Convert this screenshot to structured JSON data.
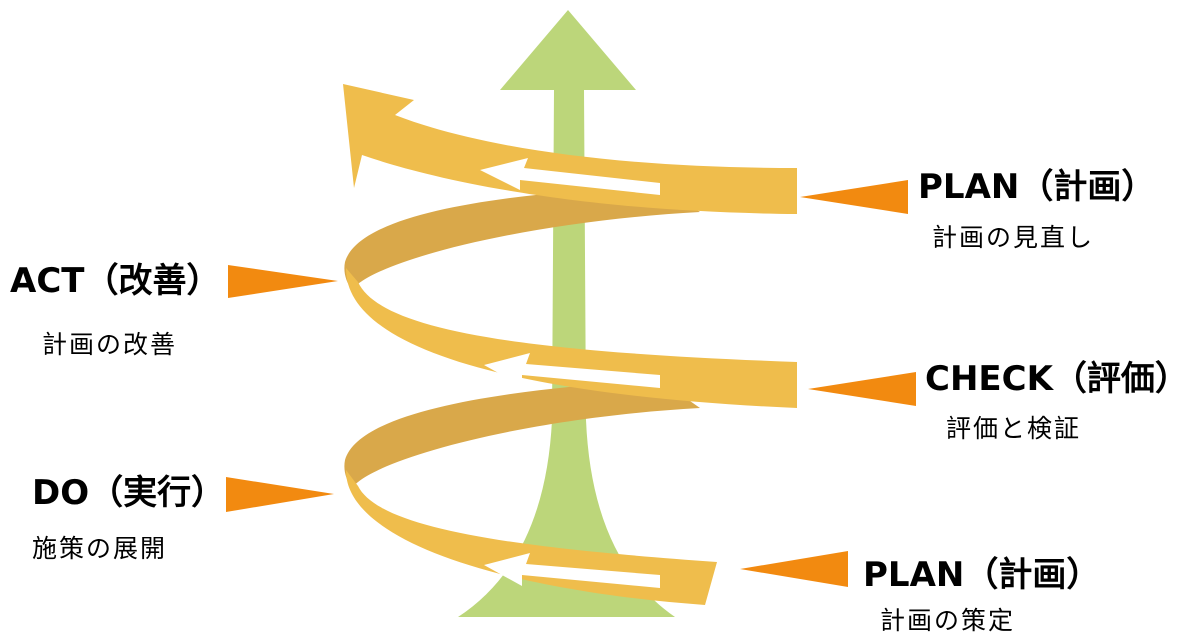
{
  "colors": {
    "growth_arrow": "#bcd67a",
    "ribbon_front": "#efbd4c",
    "ribbon_back": "#d9a84a",
    "pointer": "#f28a10",
    "inner_arrow": "#ffffff"
  },
  "stages": {
    "plan_top": {
      "title": "PLAN（計画）",
      "subtitle": "計画の見直し"
    },
    "act": {
      "title": "ACT（改善）",
      "subtitle": "計画の改善"
    },
    "check": {
      "title": "CHECK（評価）",
      "subtitle": "評価と検証"
    },
    "do": {
      "title": "DO（実行）",
      "subtitle": "施策の展開"
    },
    "plan_bottom": {
      "title": "PLAN（計画）",
      "subtitle": "計画の策定"
    }
  }
}
